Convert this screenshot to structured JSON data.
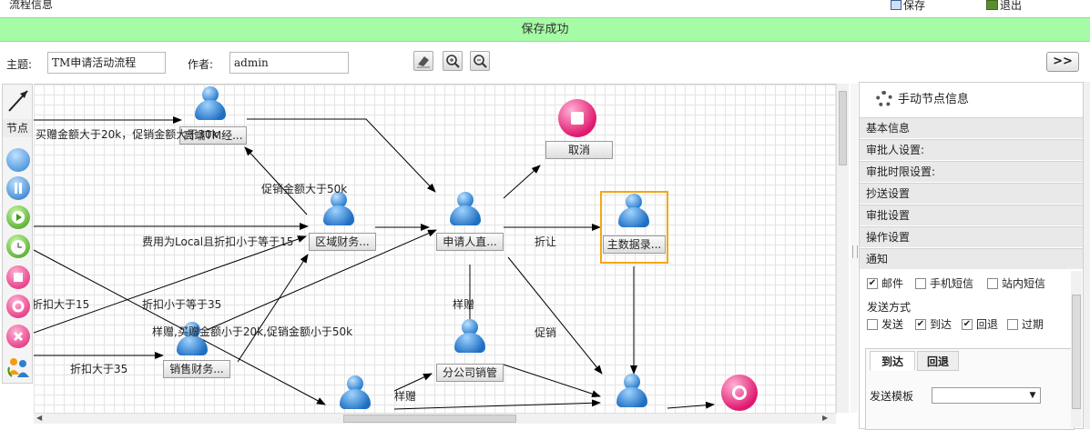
{
  "window": {
    "title": "流程信息"
  },
  "toolbar": {
    "save_label": "保存",
    "exit_label": "退出"
  },
  "banner": {
    "message": "保存成功",
    "color": "#a6fba6"
  },
  "form": {
    "subject_label": "主题:",
    "subject_value": "TM申请活动流程",
    "author_label": "作者:",
    "author_value": "admin",
    "expand_label": ">>"
  },
  "palette": {
    "node_label": "节点"
  },
  "canvas": {
    "nodes": [
      {
        "id": "n1",
        "label": "高端TM经..."
      },
      {
        "id": "n2",
        "label": "区域财务..."
      },
      {
        "id": "n3",
        "label": "申请人直..."
      },
      {
        "id": "n4",
        "label": "主数据录..."
      },
      {
        "id": "n5",
        "label": "分公司销管"
      },
      {
        "id": "n6",
        "label": "销售财务..."
      },
      {
        "id": "cancel",
        "label": "取消"
      }
    ],
    "edge_labels": [
      "买赠金额大于20k，促销金额大于30k",
      "促销金额大于50k",
      "费用为Local且折扣小于等于15",
      "折让",
      "折扣小于等于35",
      "折扣大于15",
      "样赠",
      "样赠,买赠金额小于20k,促销金额小于50k",
      "促销",
      "折扣大于35",
      "样赠"
    ]
  },
  "panel": {
    "title": "手动节点信息",
    "sections": [
      "基本信息",
      "审批人设置:",
      "审批时限设置:",
      "抄送设置",
      "审批设置",
      "操作设置",
      "通知"
    ],
    "notify": {
      "channels": [
        {
          "label": "邮件",
          "checked": true
        },
        {
          "label": "手机短信",
          "checked": false
        },
        {
          "label": "站内短信",
          "checked": false
        }
      ],
      "method_label": "发送方式",
      "methods": [
        {
          "label": "发送",
          "checked": false
        },
        {
          "label": "到达",
          "checked": true
        },
        {
          "label": "回退",
          "checked": true
        },
        {
          "label": "过期",
          "checked": false
        }
      ],
      "tabs": [
        "到达",
        "回退"
      ],
      "template_label": "发送模板",
      "template_value": ""
    }
  },
  "colors": {
    "accent_selected": "#f3a712",
    "node_blue": "#2c7fd0",
    "stop_pink": "#e0186f"
  }
}
